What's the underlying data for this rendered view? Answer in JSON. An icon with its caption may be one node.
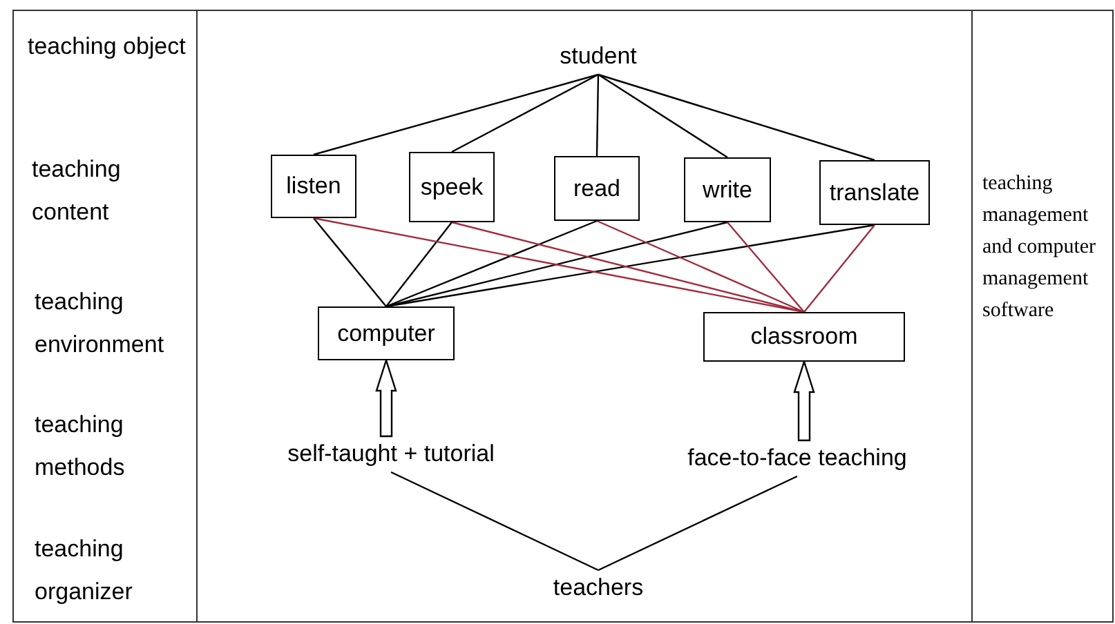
{
  "diagram": {
    "nodes": [
      {
        "text": [
          "student"
        ]
      },
      {
        "text": [
          "listen"
        ]
      },
      {
        "text": [
          "speek"
        ]
      },
      {
        "text": [
          "read"
        ]
      },
      {
        "text": [
          "write"
        ]
      },
      {
        "text": [
          "translate"
        ]
      },
      {
        "text": [
          "computer"
        ]
      },
      {
        "text": [
          "classroom"
        ]
      },
      {
        "text": [
          "self-taught + tutorial"
        ]
      },
      {
        "text": [
          "face-to-face teaching"
        ]
      },
      {
        "text": [
          "teachers"
        ]
      }
    ],
    "edges": [
      {
        "from": 0,
        "to": 1,
        "arrow": "none"
      },
      {
        "from": 0,
        "to": 2,
        "arrow": "none"
      },
      {
        "from": 0,
        "to": 3,
        "arrow": "none"
      },
      {
        "from": 0,
        "to": 4,
        "arrow": "none"
      },
      {
        "from": 0,
        "to": 5,
        "arrow": "none"
      },
      {
        "from": 1,
        "to": 6,
        "arrow": "none"
      },
      {
        "from": 2,
        "to": 6,
        "arrow": "none"
      },
      {
        "from": 3,
        "to": 6,
        "arrow": "none"
      },
      {
        "from": 4,
        "to": 6,
        "arrow": "none"
      },
      {
        "from": 5,
        "to": 6,
        "arrow": "none"
      },
      {
        "from": 1,
        "to": 7,
        "arrow": "none",
        "color": "#a02c3c"
      },
      {
        "from": 2,
        "to": 7,
        "arrow": "none",
        "color": "#a02c3c"
      },
      {
        "from": 3,
        "to": 7,
        "arrow": "none",
        "color": "#a02c3c"
      },
      {
        "from": 4,
        "to": 7,
        "arrow": "none",
        "color": "#a02c3c"
      },
      {
        "from": 5,
        "to": 7,
        "arrow": "none",
        "color": "#a02c3c"
      },
      {
        "from": 8,
        "to": 6,
        "arrow": "to",
        "style": "thick"
      },
      {
        "from": 9,
        "to": 7,
        "arrow": "to",
        "style": "thick"
      },
      {
        "from": 10,
        "to": 8,
        "arrow": "none"
      },
      {
        "from": 10,
        "to": 9,
        "arrow": "none"
      }
    ],
    "labels": [
      "teaching object",
      "teaching content",
      "teaching environment",
      "teaching methods",
      "teaching organizer",
      "teaching management and computer management software"
    ]
  }
}
